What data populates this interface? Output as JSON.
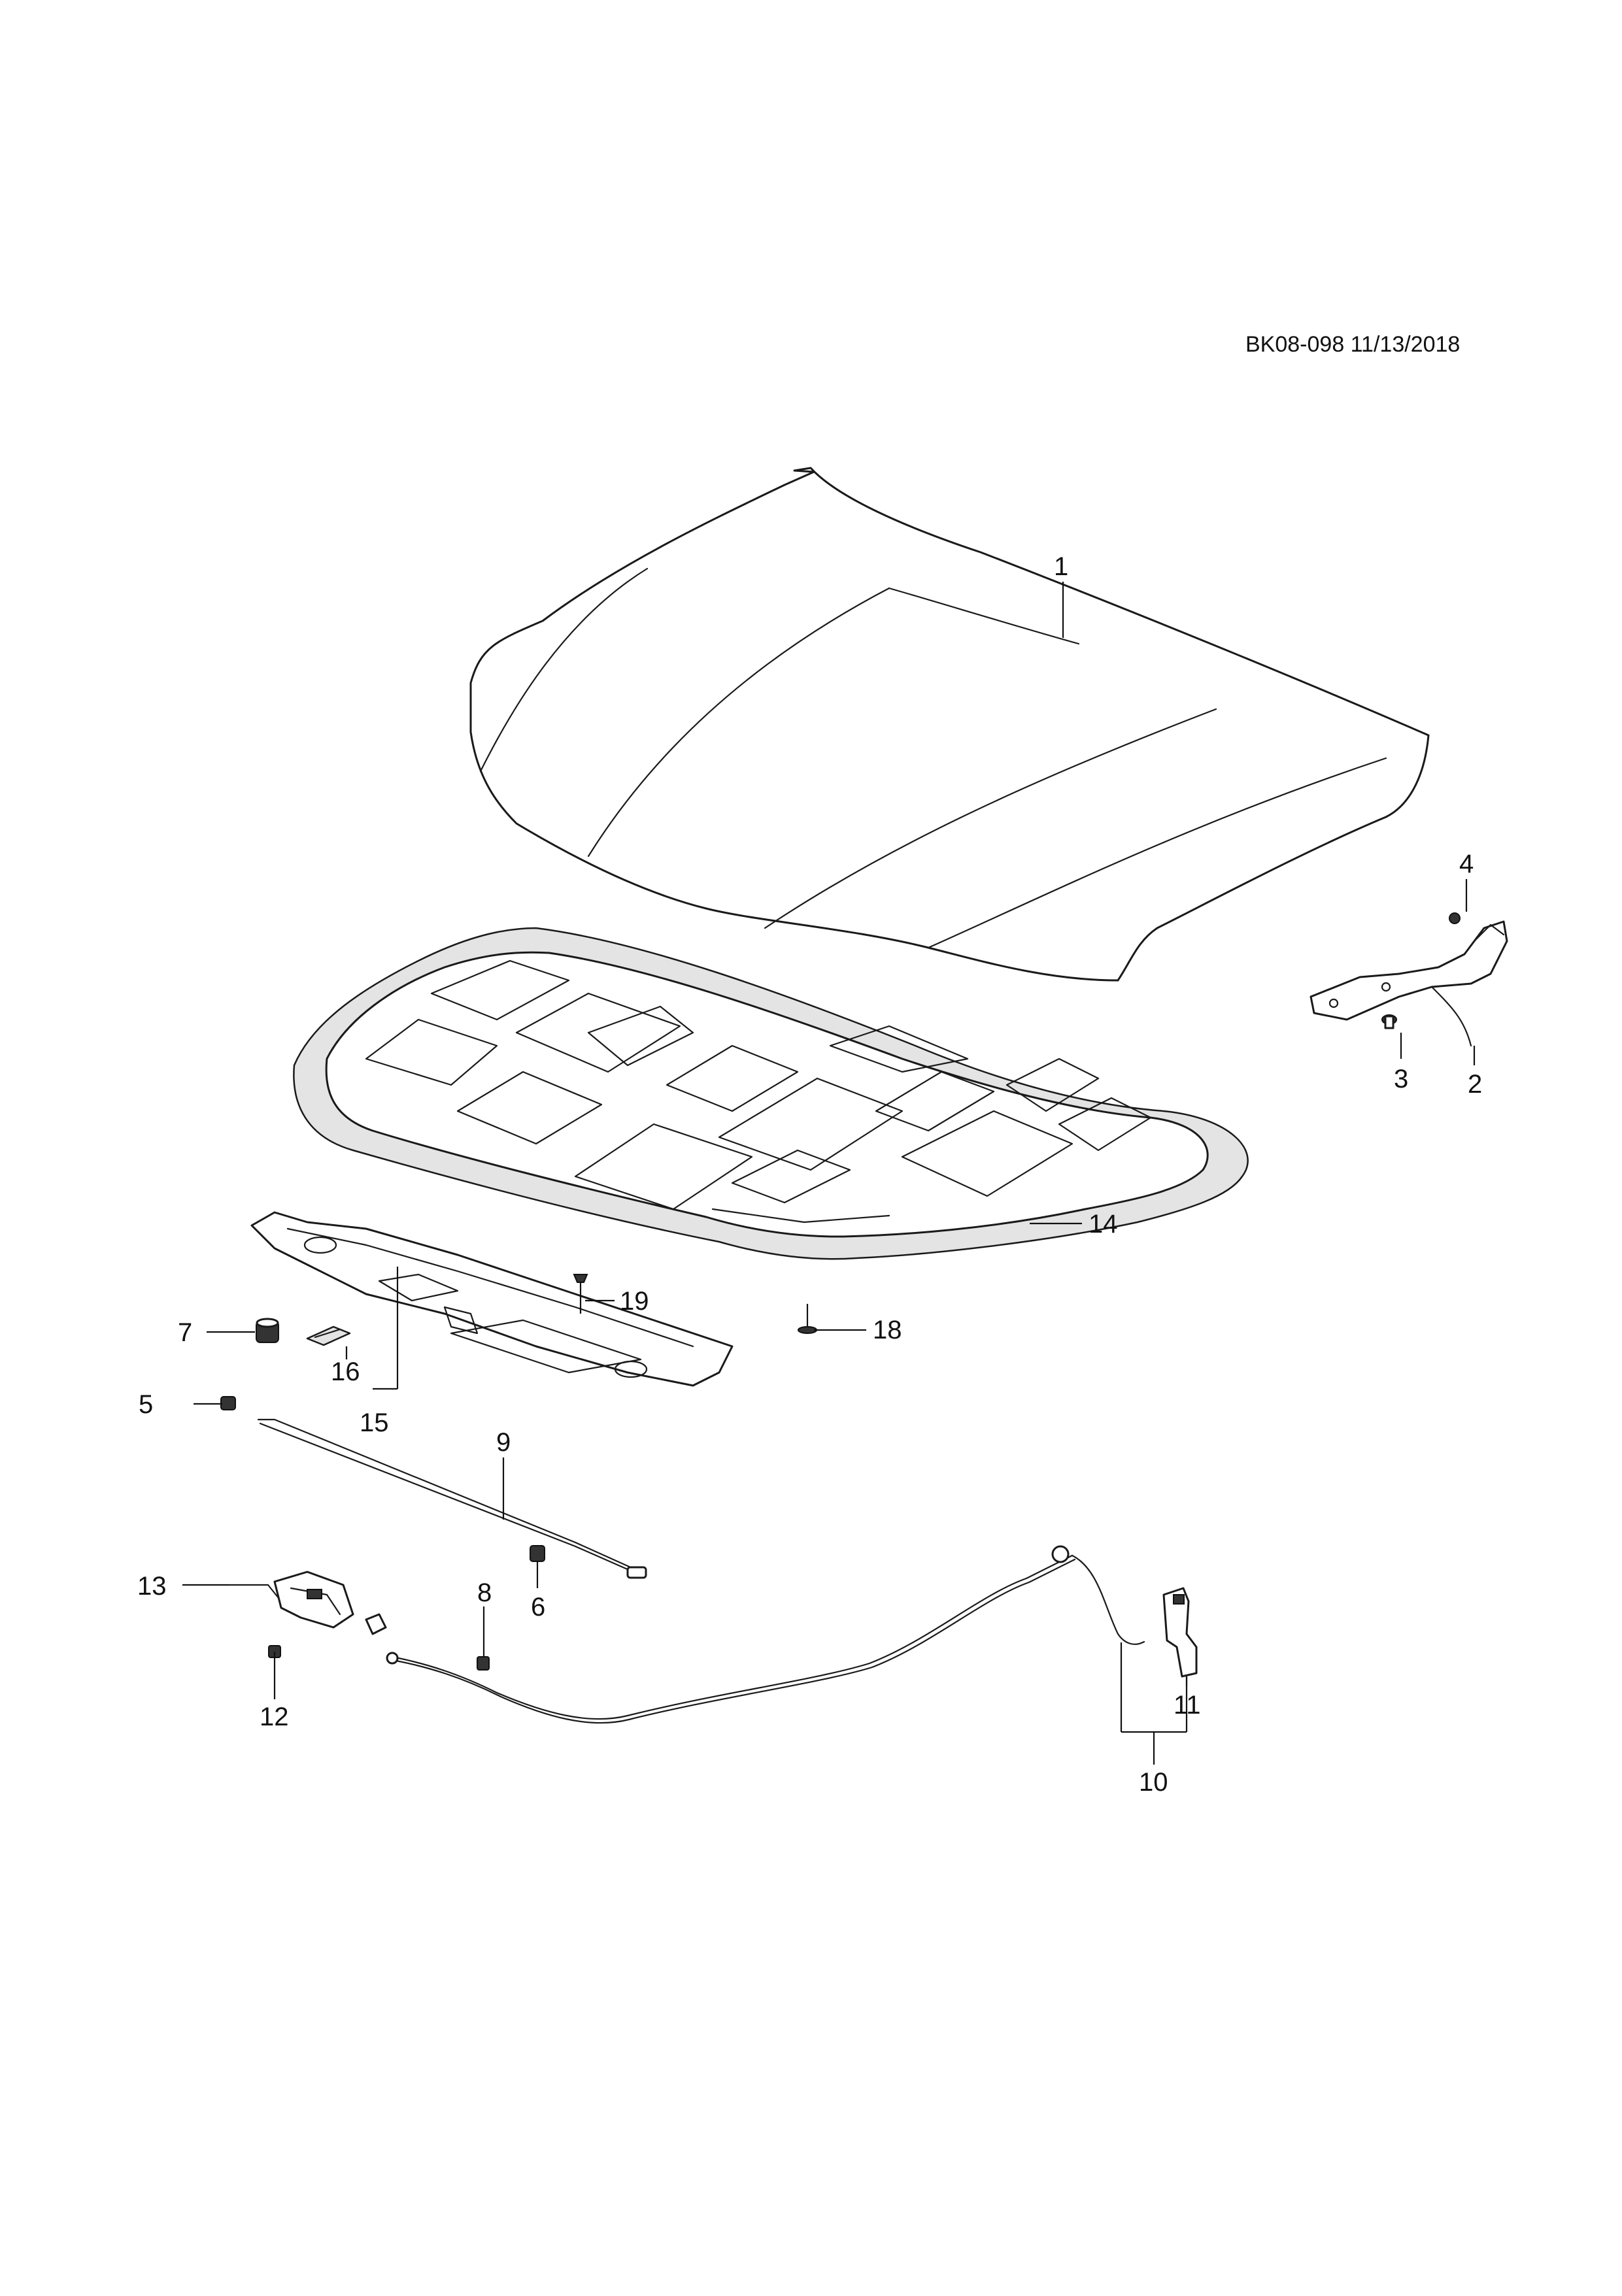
{
  "document": {
    "id": "BK08-098 11/13/2018"
  },
  "callouts": [
    {
      "number": "1"
    },
    {
      "number": "2"
    },
    {
      "number": "3"
    },
    {
      "number": "4"
    },
    {
      "number": "5"
    },
    {
      "number": "6"
    },
    {
      "number": "7"
    },
    {
      "number": "8"
    },
    {
      "number": "9"
    },
    {
      "number": "10"
    },
    {
      "number": "11"
    },
    {
      "number": "12"
    },
    {
      "number": "13"
    },
    {
      "number": "14"
    },
    {
      "number": "15"
    },
    {
      "number": "16"
    },
    {
      "number": "18"
    },
    {
      "number": "19"
    }
  ]
}
